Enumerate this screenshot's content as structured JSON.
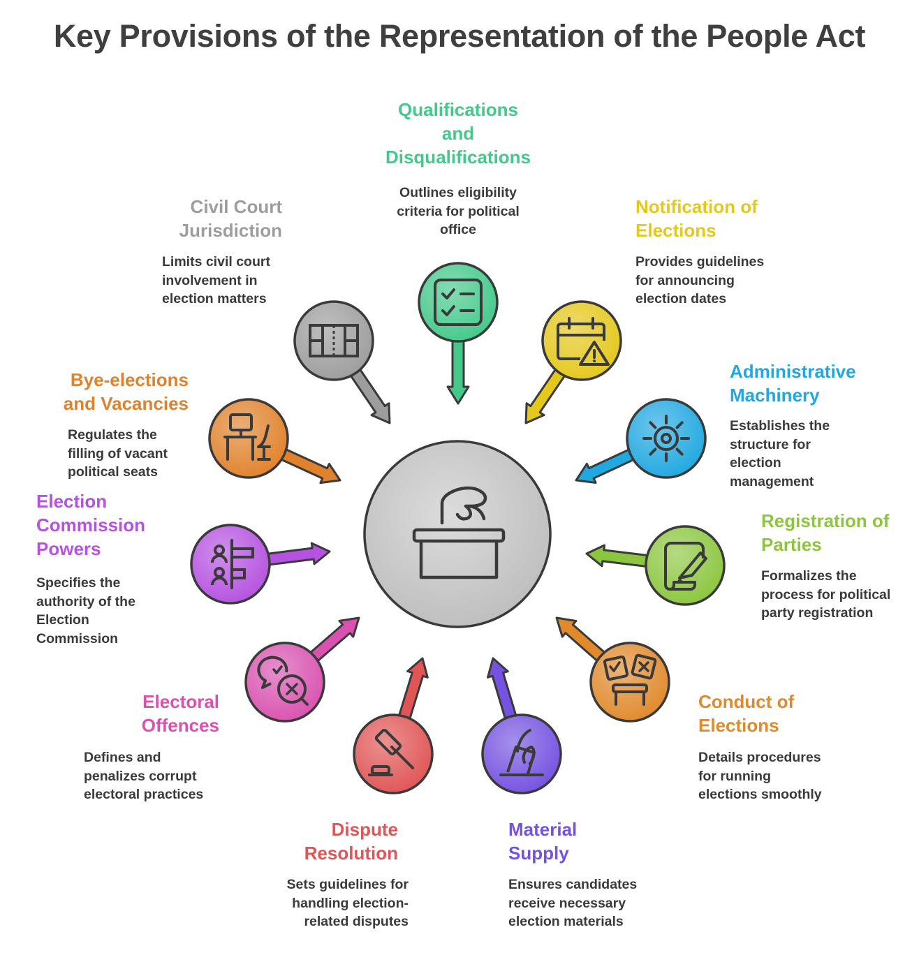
{
  "title": "Key Provisions of the Representation of the People Act",
  "center": {
    "icon": "ballot-box-icon"
  },
  "provisions": [
    {
      "key": "qualifications",
      "title": "Qualifications and Disqualifications",
      "title_lines": [
        "Qualifications",
        "and",
        "Disqualifications"
      ],
      "description": "Outlines eligibility criteria for political office",
      "desc_lines": [
        "Outlines eligibility",
        "criteria for political",
        "office"
      ],
      "color": "#44c98a",
      "icon": "checklist-icon"
    },
    {
      "key": "notification",
      "title": "Notification of Elections",
      "title_lines": [
        "Notification of",
        "Elections"
      ],
      "description": "Provides guidelines for announcing election dates",
      "desc_lines": [
        "Provides guidelines",
        "for announcing",
        "election dates"
      ],
      "color": "#e4c81b",
      "icon": "calendar-warning-icon"
    },
    {
      "key": "administrative",
      "title": "Administrative Machinery",
      "title_lines": [
        "Administrative",
        "Machinery"
      ],
      "description": "Establishes the structure for election management",
      "desc_lines": [
        "Establishes the",
        "structure for",
        "election",
        "management"
      ],
      "color": "#20a8e0",
      "icon": "gear-icon"
    },
    {
      "key": "registration",
      "title": "Registration of Parties",
      "title_lines": [
        "Registration of",
        "Parties"
      ],
      "description": "Formalizes the process for political party registration",
      "desc_lines": [
        "Formalizes the",
        "process for political",
        "party registration"
      ],
      "color": "#8cc63f",
      "icon": "document-pen-icon"
    },
    {
      "key": "conduct",
      "title": "Conduct of Elections",
      "title_lines": [
        "Conduct of",
        "Elections"
      ],
      "description": "Details procedures for running elections smoothly",
      "desc_lines": [
        "Details procedures",
        "for running",
        "elections smoothly"
      ],
      "color": "#e08a2c",
      "icon": "ballot-votes-icon"
    },
    {
      "key": "material",
      "title": "Material Supply",
      "title_lines": [
        "Material",
        "Supply"
      ],
      "description": "Ensures candidates receive necessary election materials",
      "desc_lines": [
        "Ensures candidates",
        "receive necessary",
        "election materials"
      ],
      "color": "#7552e0",
      "icon": "hand-ballot-icon"
    },
    {
      "key": "dispute",
      "title": "Dispute Resolution",
      "title_lines": [
        "Dispute",
        "Resolution"
      ],
      "description": "Sets guidelines for handling election-related disputes",
      "desc_lines": [
        "Sets guidelines for",
        "handling election-",
        "related disputes"
      ],
      "color": "#e05555",
      "icon": "gavel-icon"
    },
    {
      "key": "offences",
      "title": "Electoral Offences",
      "title_lines": [
        "Electoral",
        "Offences"
      ],
      "description": "Defines and penalizes corrupt electoral practices",
      "desc_lines": [
        "Defines and",
        "penalizes corrupt",
        "electoral practices"
      ],
      "color": "#d952b0",
      "icon": "speech-bubbles-icon"
    },
    {
      "key": "commission",
      "title": "Election Commission Powers",
      "title_lines": [
        "Election",
        "Commission",
        "Powers"
      ],
      "description": "Specifies the authority of the Election Commission",
      "desc_lines": [
        "Specifies the",
        "authority of the",
        "Election",
        "Commission"
      ],
      "color": "#b552e0",
      "icon": "people-chart-icon"
    },
    {
      "key": "bye",
      "title": "Bye-elections and Vacancies",
      "title_lines": [
        "Bye-elections",
        "and Vacancies"
      ],
      "description": "Regulates the filling of vacant political seats",
      "desc_lines": [
        "Regulates the",
        "filling of vacant",
        "political seats"
      ],
      "color": "#e0822c",
      "icon": "desk-chair-icon"
    },
    {
      "key": "civil",
      "title": "Civil Court Jurisdiction",
      "title_lines": [
        "Civil Court",
        "Jurisdiction"
      ],
      "description": "Limits civil court involvement in election matters",
      "desc_lines": [
        "Limits civil court",
        "involvement in",
        "election matters"
      ],
      "color": "#9d9d9d",
      "icon": "court-grid-icon"
    }
  ]
}
